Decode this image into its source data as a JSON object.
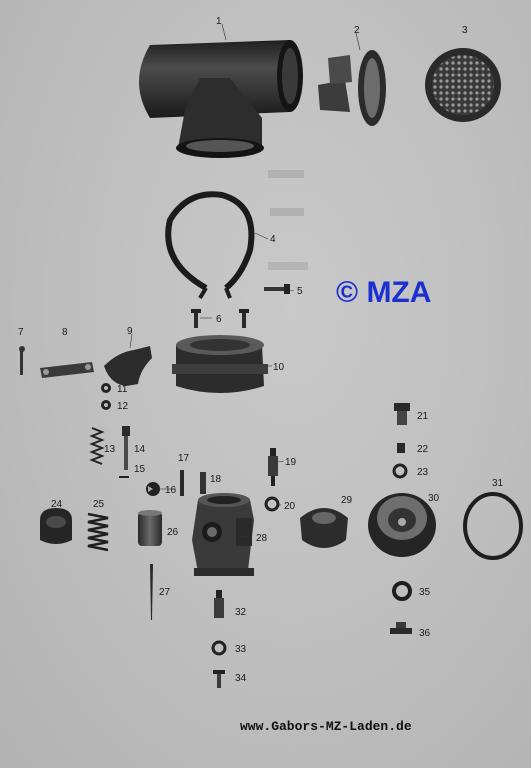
{
  "labels": [
    "1",
    "2",
    "3",
    "4",
    "5",
    "6",
    "7",
    "8",
    "9",
    "10",
    "11",
    "12",
    "13",
    "14",
    "15",
    "16",
    "17",
    "18",
    "19",
    "20",
    "21",
    "22",
    "23",
    "24",
    "25",
    "26",
    "27",
    "28",
    "29",
    "30",
    "31",
    "32",
    "33",
    "34",
    "35",
    "36"
  ],
  "watermark": "© MZA",
  "footer": "www.Gabors-MZ-Laden.de",
  "colors": {
    "watermark": "#1c2fd0",
    "part_dark": "#262626",
    "part_mid": "#5a5a5a",
    "paper": "#c0c0c0"
  }
}
